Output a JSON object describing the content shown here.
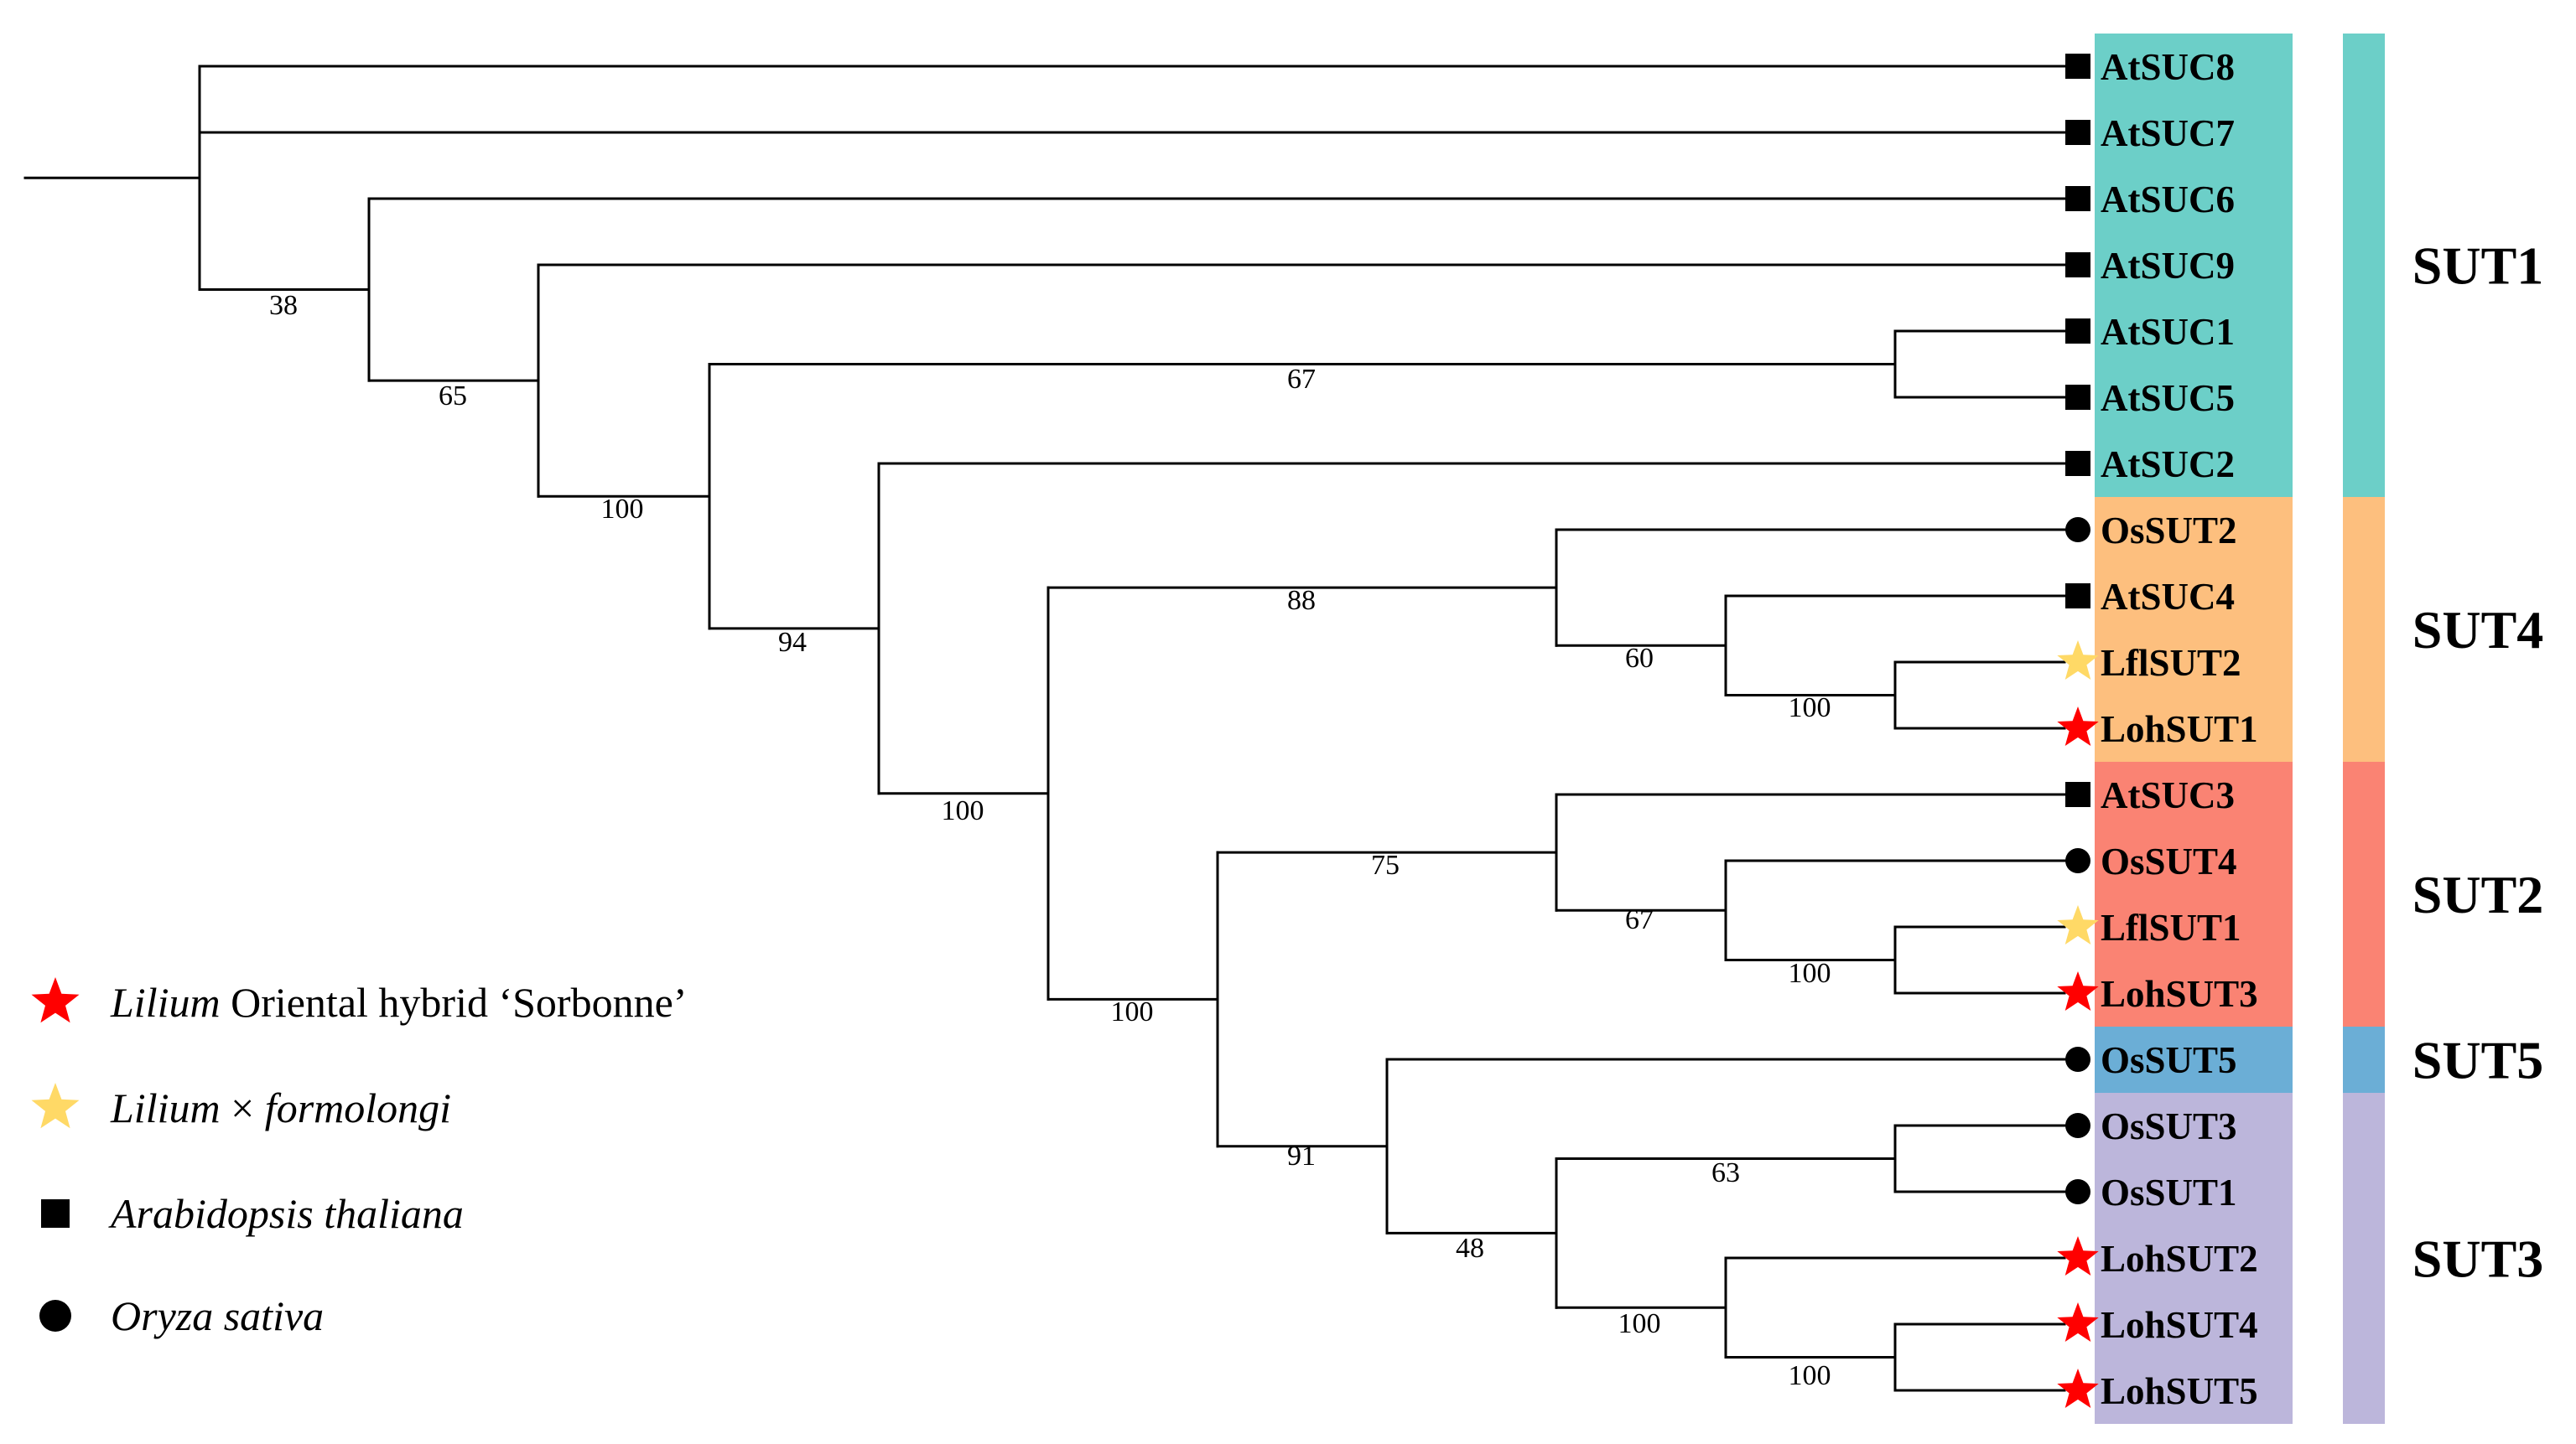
{
  "colors": {
    "SUT1": "#6ccfc8",
    "SUT4": "#fdbf7e",
    "SUT2": "#fa8373",
    "SUT5": "#6baed6",
    "SUT3": "#bcb6db",
    "star_red": "#ff0000",
    "star_yellow": "#ffd966",
    "marker_black": "#000000"
  },
  "tree": {
    "leaves": [
      {
        "name": "AtSUC8",
        "species": "Arabidopsis thaliana"
      },
      {
        "name": "AtSUC7",
        "species": "Arabidopsis thaliana"
      },
      {
        "name": "AtSUC6",
        "species": "Arabidopsis thaliana"
      },
      {
        "name": "AtSUC9",
        "species": "Arabidopsis thaliana"
      },
      {
        "name": "AtSUC1",
        "species": "Arabidopsis thaliana"
      },
      {
        "name": "AtSUC5",
        "species": "Arabidopsis thaliana"
      },
      {
        "name": "AtSUC2",
        "species": "Arabidopsis thaliana"
      },
      {
        "name": "OsSUT2",
        "species": "Oryza sativa"
      },
      {
        "name": "AtSUC4",
        "species": "Arabidopsis thaliana"
      },
      {
        "name": "LflSUT2",
        "species": "Lilium × formolongi"
      },
      {
        "name": "LohSUT1",
        "species": "Lilium Oriental hybrid ‘Sorbonne’"
      },
      {
        "name": "AtSUC3",
        "species": "Arabidopsis thaliana"
      },
      {
        "name": "OsSUT4",
        "species": "Oryza sativa"
      },
      {
        "name": "LflSUT1",
        "species": "Lilium × formolongi"
      },
      {
        "name": "LohSUT3",
        "species": "Lilium Oriental hybrid ‘Sorbonne’"
      },
      {
        "name": "OsSUT5",
        "species": "Oryza sativa"
      },
      {
        "name": "OsSUT3",
        "species": "Oryza sativa"
      },
      {
        "name": "OsSUT1",
        "species": "Oryza sativa"
      },
      {
        "name": "LohSUT2",
        "species": "Lilium Oriental hybrid ‘Sorbonne’"
      },
      {
        "name": "LohSUT4",
        "species": "Lilium Oriental hybrid ‘Sorbonne’"
      },
      {
        "name": "LohSUT5",
        "species": "Lilium Oriental hybrid ‘Sorbonne’"
      }
    ],
    "bootstrap_values": [
      "38",
      "65",
      "67",
      "100",
      "94",
      "88",
      "60",
      "100",
      "100",
      "75",
      "67",
      "100",
      "100",
      "91",
      "63",
      "48",
      "100",
      "100"
    ]
  },
  "groups": [
    {
      "label": "SUT1",
      "members": [
        "AtSUC8",
        "AtSUC7",
        "AtSUC6",
        "AtSUC9",
        "AtSUC1",
        "AtSUC5",
        "AtSUC2"
      ]
    },
    {
      "label": "SUT4",
      "members": [
        "OsSUT2",
        "AtSUC4",
        "LflSUT2",
        "LohSUT1"
      ]
    },
    {
      "label": "SUT2",
      "members": [
        "AtSUC3",
        "OsSUT4",
        "LflSUT1",
        "LohSUT3"
      ]
    },
    {
      "label": "SUT5",
      "members": [
        "OsSUT5"
      ]
    },
    {
      "label": "SUT3",
      "members": [
        "OsSUT3",
        "OsSUT1",
        "LohSUT2",
        "LohSUT4",
        "LohSUT5"
      ]
    }
  ],
  "legend": [
    {
      "marker": "star-red",
      "italic": "Lilium",
      "rest": " Oriental hybrid ‘Sorbonne’"
    },
    {
      "marker": "star-yellow",
      "italic": "Lilium",
      "rest": " × ",
      "italic2": "formolongi"
    },
    {
      "marker": "square",
      "italic": "Arabidopsis thaliana",
      "rest": ""
    },
    {
      "marker": "circle",
      "italic": "Oryza sativa",
      "rest": ""
    }
  ]
}
